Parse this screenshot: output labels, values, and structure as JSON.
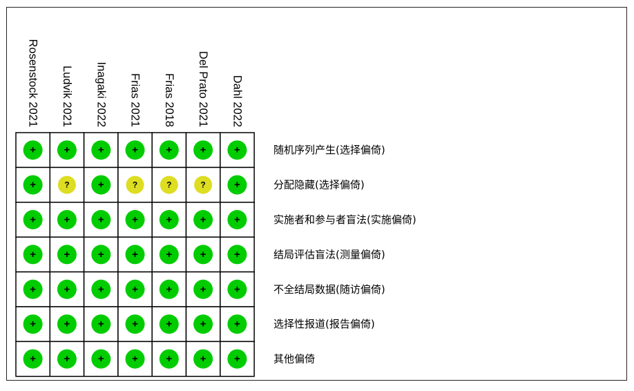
{
  "chart_data": {
    "type": "table",
    "studies": [
      "Rosenstock 2021",
      "Ludvik 2021",
      "Inagaki 2022",
      "Frias 2021",
      "Frias 2018",
      "Del Prato 2021",
      "Dahl 2022"
    ],
    "domains": [
      "随机序列产生(选择偏倚)",
      "分配隐藏(选择偏倚)",
      "实施者和参与者盲法(实施偏倚)",
      "结局评估盲法(测量偏倚)",
      "不全结局数据(随访偏倚)",
      "选择性报道(报告偏倚)",
      "其他偏倚"
    ],
    "judgements": [
      [
        "+",
        "+",
        "+",
        "+",
        "+",
        "+",
        "+"
      ],
      [
        "+",
        "?",
        "+",
        "?",
        "?",
        "?",
        "+"
      ],
      [
        "+",
        "+",
        "+",
        "+",
        "+",
        "+",
        "+"
      ],
      [
        "+",
        "+",
        "+",
        "+",
        "+",
        "+",
        "+"
      ],
      [
        "+",
        "+",
        "+",
        "+",
        "+",
        "+",
        "+"
      ],
      [
        "+",
        "+",
        "+",
        "+",
        "+",
        "+",
        "+"
      ],
      [
        "+",
        "+",
        "+",
        "+",
        "+",
        "+",
        "+"
      ]
    ],
    "colors": {
      "low": "#00cc00",
      "unclear": "#dddd22"
    }
  }
}
